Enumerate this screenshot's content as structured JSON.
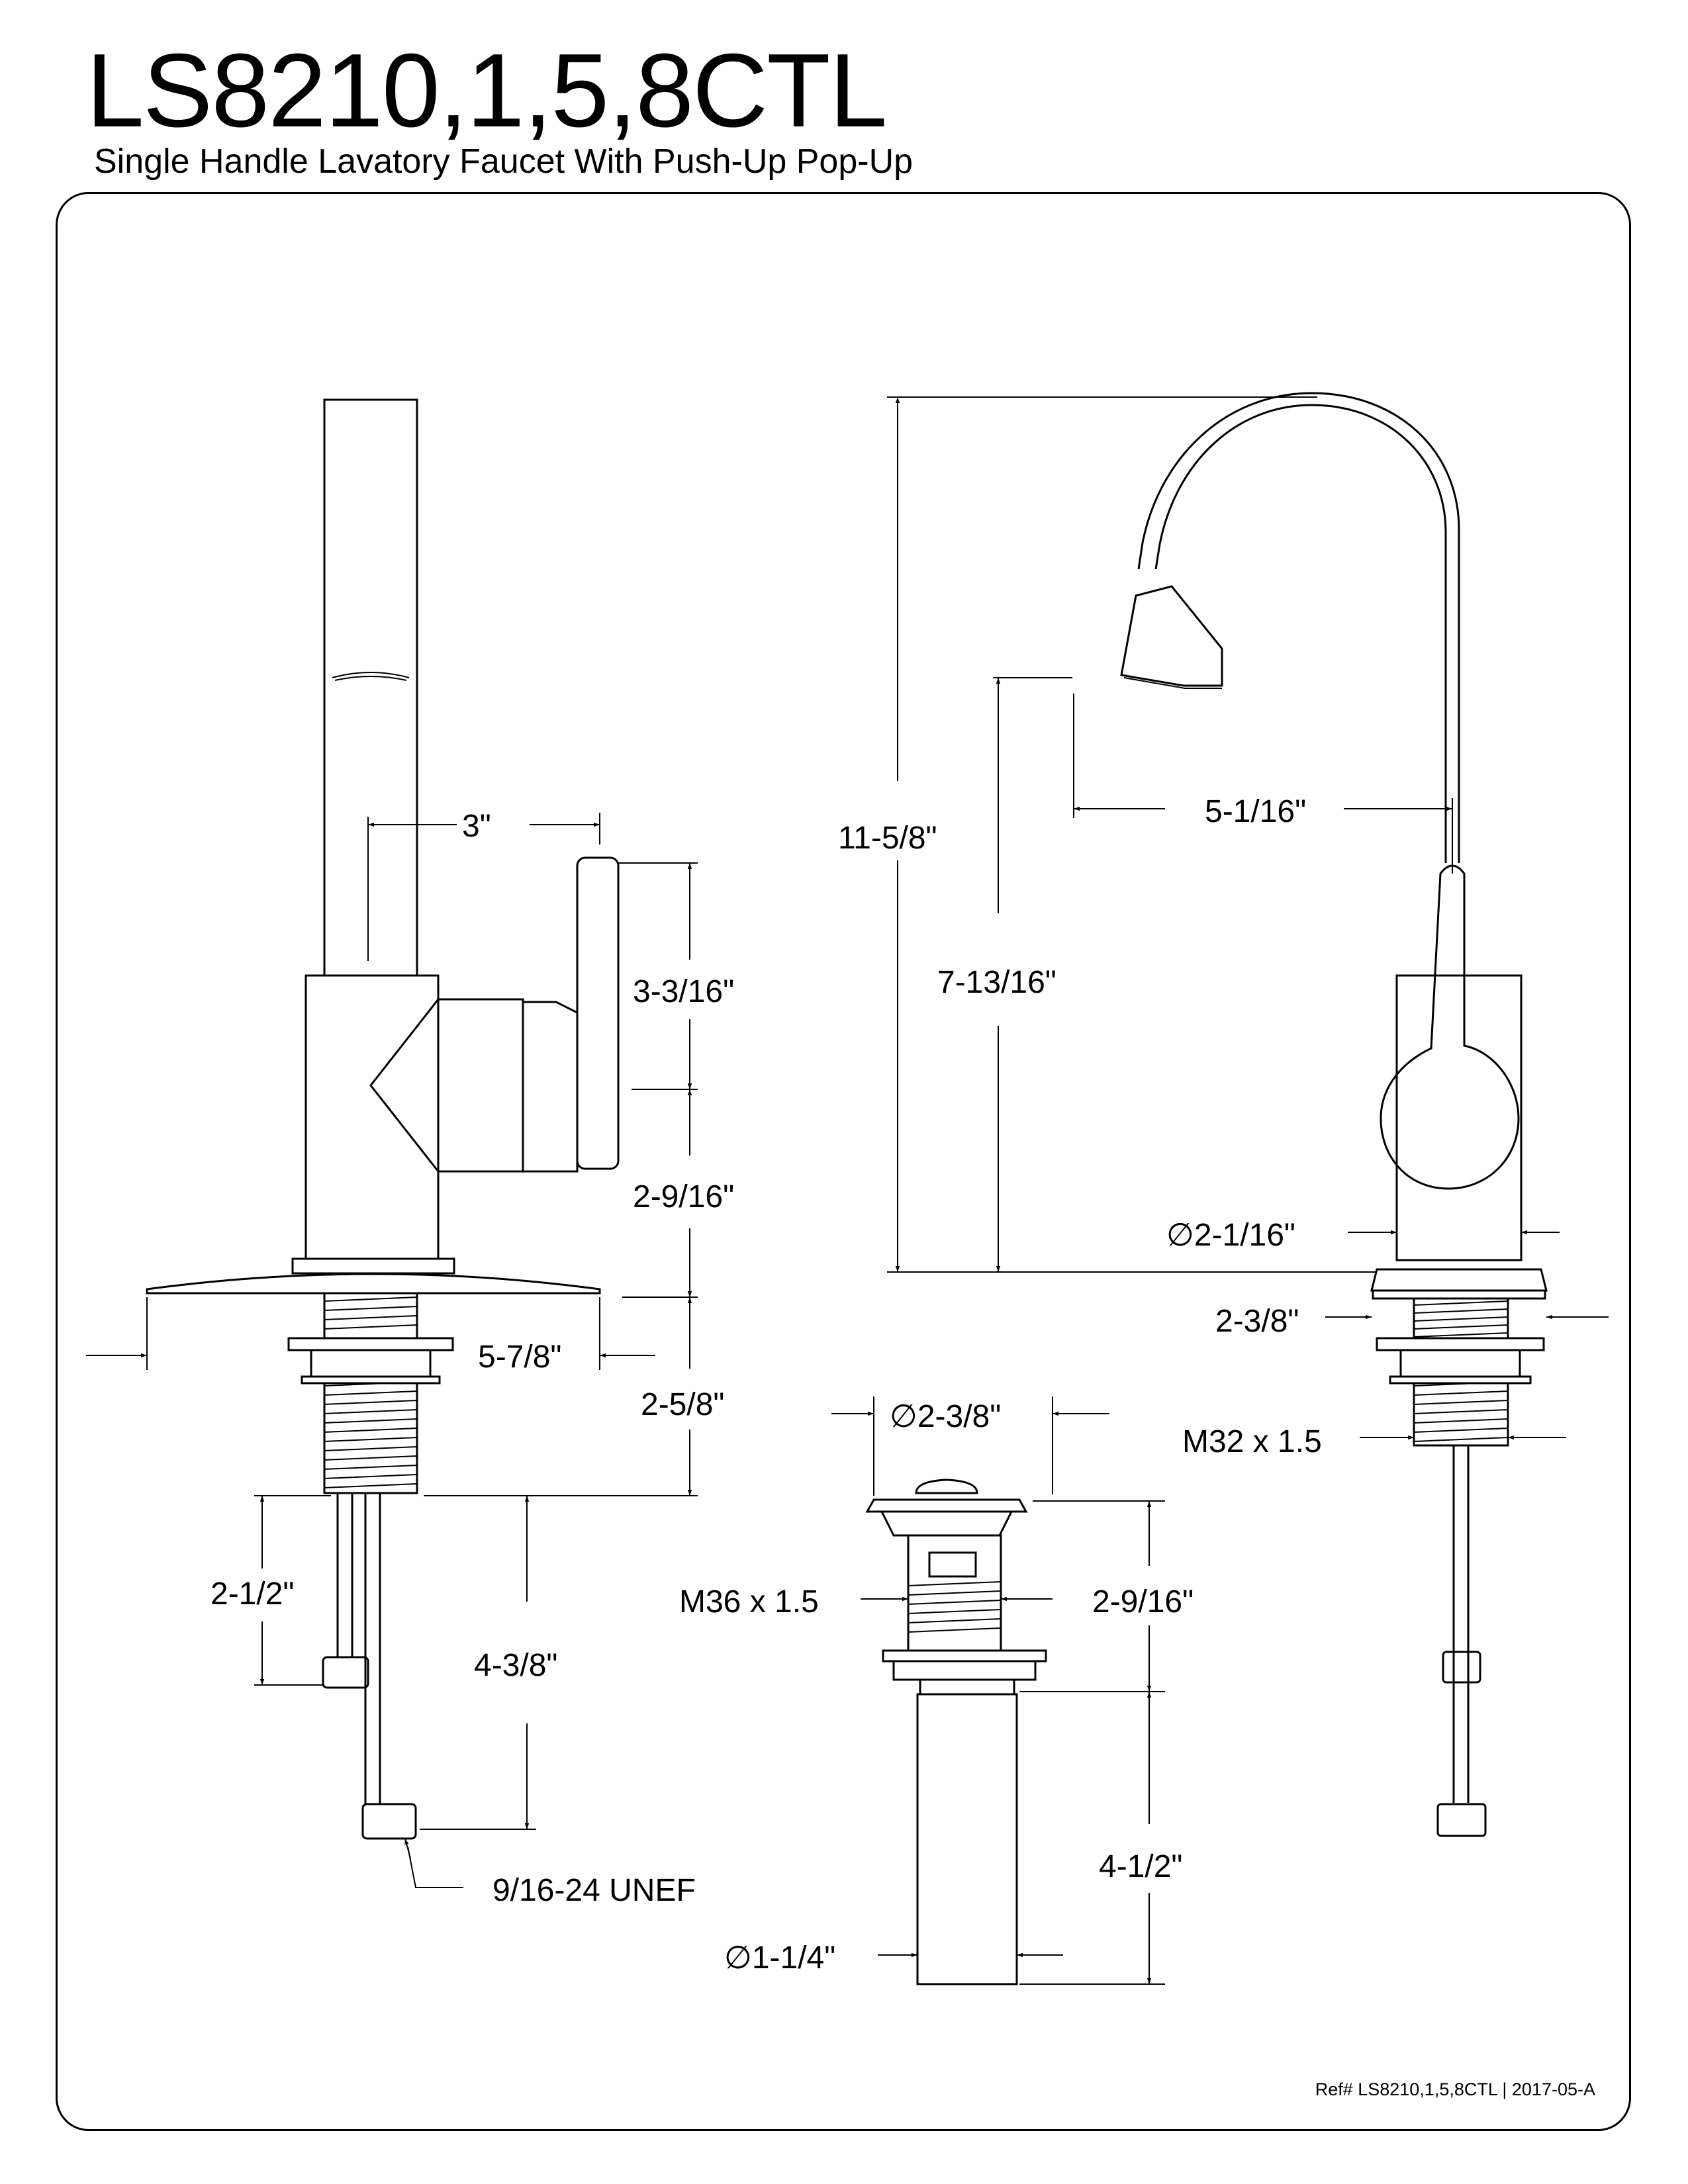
{
  "header": {
    "title": "LS8210,1,5,8CTL",
    "subtitle": "Single Handle Lavatory Faucet With Push-Up Pop-Up"
  },
  "dimensions": {
    "side_handle_offset": "3\"",
    "handle_height": "3-3/16\"",
    "body_height": "2-9/16\"",
    "deck_plate_width": "5-7/8\"",
    "shank_length": "2-5/8\"",
    "short_supply": "2-1/2\"",
    "long_supply": "4-3/8\"",
    "supply_thread": "9/16-24 UNEF",
    "overall_height": "11-5/8\"",
    "spout_height": "7-13/16\"",
    "spout_reach": "5-1/16\"",
    "body_diameter": "∅2-1/16\"",
    "base_diameter": "2-3/8\"",
    "faucet_thread": "M32 x 1.5",
    "drain_flange_diameter": "∅2-3/8\"",
    "drain_thread": "M36 x 1.5",
    "drain_body_height": "2-9/16\"",
    "tailpiece_length": "4-1/2\"",
    "tailpiece_diameter": "∅1-1/4\""
  },
  "footer": {
    "reference": "Ref# LS8210,1,5,8CTL | 2017-05-A"
  }
}
